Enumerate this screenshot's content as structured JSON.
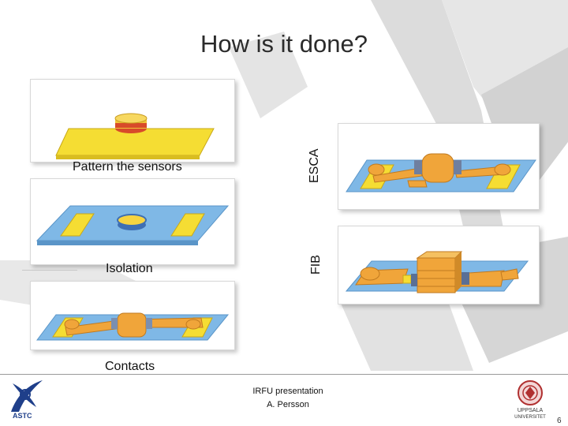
{
  "slide": {
    "title": "How is it done?",
    "labels": {
      "pattern": "Pattern the sensors",
      "isolation": "Isolation",
      "contacts": "Contacts",
      "esca": "ESCA",
      "fib": "FIB"
    },
    "footer": {
      "line1": "IRFU presentation",
      "line2": "A. Persson"
    },
    "page_number": "6",
    "logos": {
      "left": "ASTC",
      "right_line1": "UPPSALA",
      "right_line2": "UNIVERSITET"
    }
  },
  "colors": {
    "yellow": "#f5dd33",
    "blue_substrate": "#7fb8e6",
    "orange_contact": "#f0a53a",
    "red_sensor": "#d84a2a",
    "background_swoosh": "#d9d9d9"
  }
}
